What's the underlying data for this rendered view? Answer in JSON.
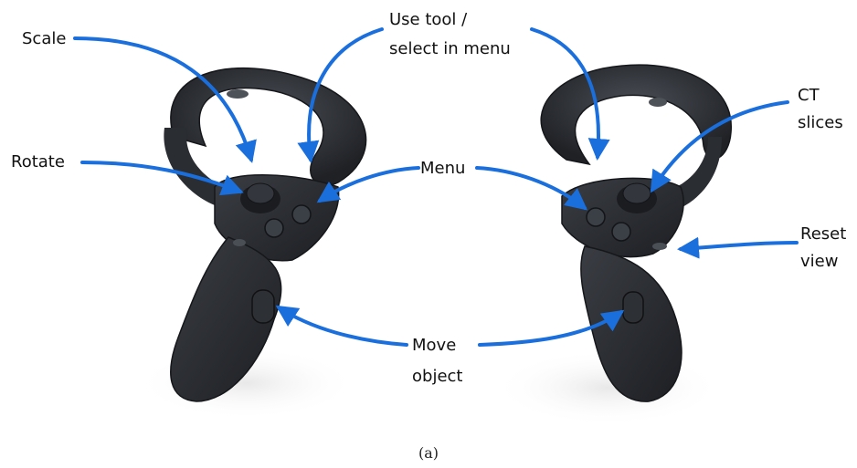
{
  "labels": {
    "scale": "Scale",
    "use_tool_line1": "Use tool /",
    "use_tool_line2": "select in menu",
    "ct_line1": "CT",
    "ct_line2": "slices",
    "rotate": "Rotate",
    "menu": "Menu",
    "reset_line1": "Reset",
    "reset_line2": "view",
    "move_line1": "Move",
    "move_line2": "object"
  },
  "caption": "(a)",
  "colors": {
    "arrow": "#1a6fdc",
    "controller_body": "#2e3136",
    "controller_dark": "#1c1e22",
    "controller_highlight": "#5a5e66",
    "button_face": "#3b3f46"
  },
  "icons": {
    "left_controller": "vr-controller-left",
    "right_controller": "vr-controller-right"
  }
}
